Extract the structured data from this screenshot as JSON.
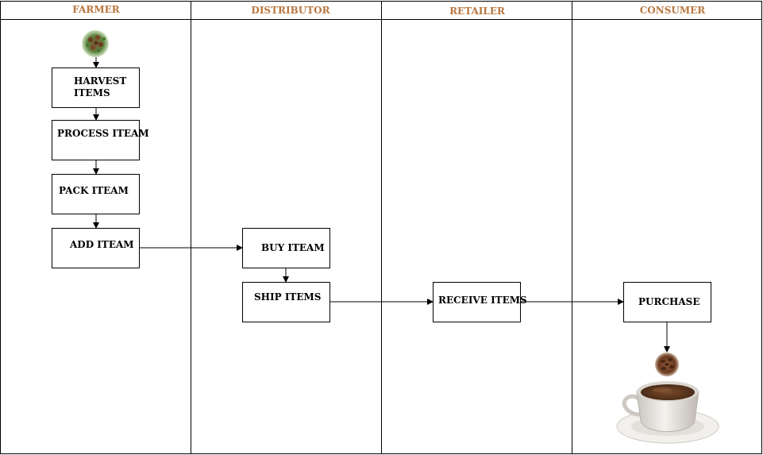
{
  "lanes": [
    {
      "id": "farmer",
      "title": "FARMER"
    },
    {
      "id": "distributor",
      "title": "DISTRIBUTOR"
    },
    {
      "id": "retailer",
      "title": "RETAILER"
    },
    {
      "id": "consumer",
      "title": "CONSUMER"
    }
  ],
  "steps": {
    "harvest_line1": "HARVEST",
    "harvest_line2": "ITEMS",
    "process": "PROCESS ITEAM",
    "pack": "PACK ITEAM",
    "add": "ADD ITEAM",
    "buy": "BUY ITEAM",
    "ship": "SHIP ITEMS",
    "receive": "RECEIVE ITEMS",
    "purchase": "PURCHASE"
  },
  "colors": {
    "lane_title": "#b8763f",
    "line": "#000000",
    "coffee_bean": "#6b3a1f",
    "plant_green": "#4f8f3a",
    "cup": "#e9e6e1",
    "coffee": "#5a3620"
  },
  "icons": {
    "start": "coffee-plant-icon",
    "end_bean": "coffee-bean-icon",
    "end_cup": "coffee-cup-icon"
  }
}
